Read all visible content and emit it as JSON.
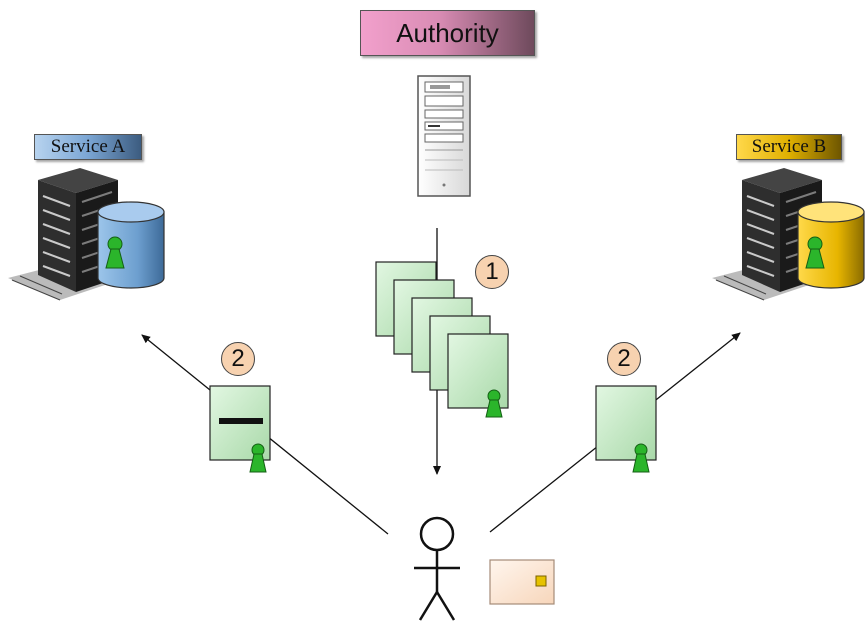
{
  "authority": {
    "label": "Authority"
  },
  "service_a": {
    "label": "Service A"
  },
  "service_b": {
    "label": "Service B"
  },
  "steps": {
    "issue": "1",
    "present_a": "2",
    "present_b": "2"
  },
  "colors": {
    "certificate_fill": "#c6ebc6",
    "key_green": "#2bb52b",
    "database_a": "#7fb2e0",
    "database_b": "#f0c400",
    "step_circle": "#f7d2b0"
  }
}
